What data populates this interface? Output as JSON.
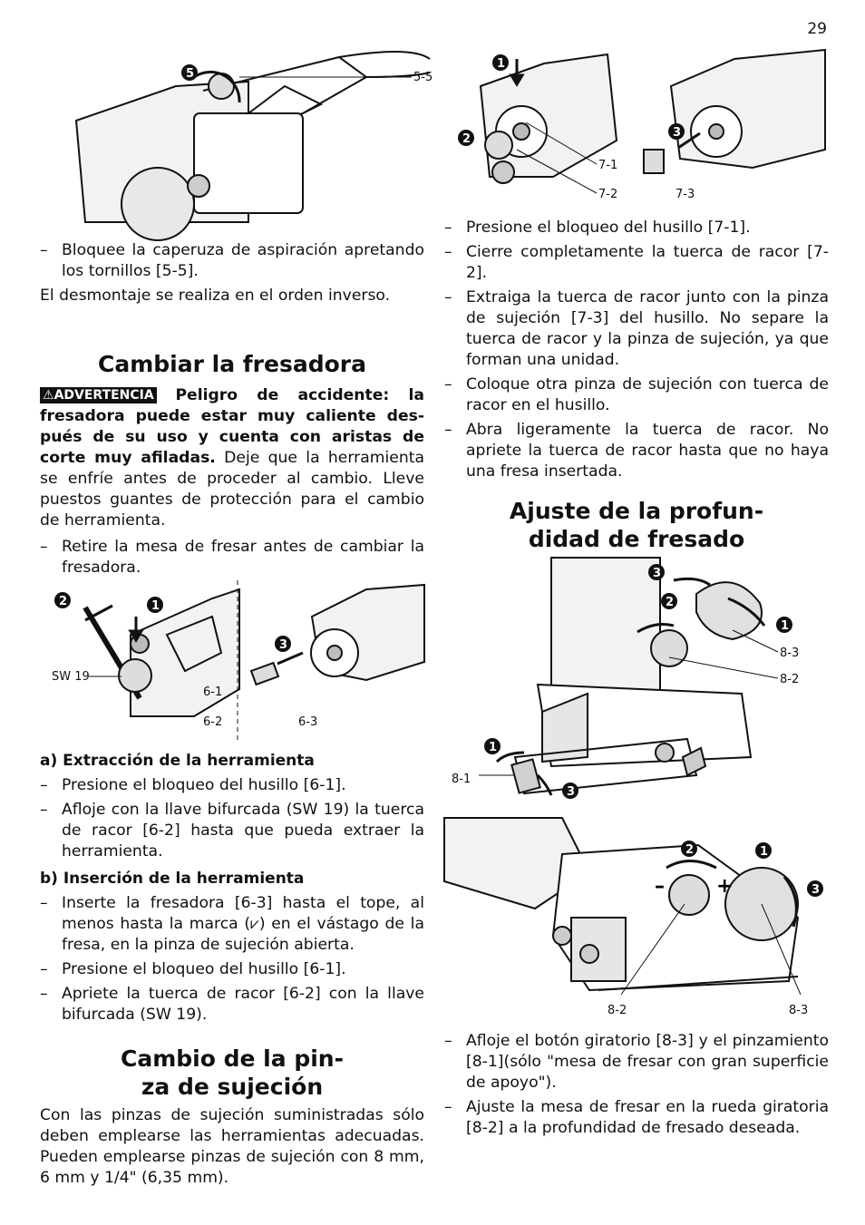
{
  "page_number": "29",
  "left": {
    "fig5": {
      "label_5_5": "5-5",
      "callout": "5"
    },
    "list1": [
      "Bloquee la caperuza de aspiración apretan­do los tornillos [5-5]."
    ],
    "para_disassembly": "El desmontaje se realiza en el orden inver­so.",
    "heading_change_bit": "Cambiar la fresadora",
    "warning": {
      "badge": "ADVERTENCIA",
      "bold_text": "Peligro de accidente: la fresadora puede estar muy caliente des­pués de su uso y cuenta con aristas de corte muy afiladas.",
      "text": " Deje que la herramienta se enfríe antes de proceder al cambio. Lleve puestos guantes de protección para el cambio de herramienta."
    },
    "list2": [
      "Retire la mesa de fresar antes de cambiar la fresadora."
    ],
    "fig6": {
      "sw": "SW 19",
      "l61": "6-1",
      "l62": "6-2",
      "l63": "6-3",
      "c1": "1",
      "c2": "2",
      "c3": "3"
    },
    "sub_a": "a) Extracción de la herramienta",
    "list_a": [
      "Presione el bloqueo del husillo [6-1].",
      "Afloje con la llave bifurcada (SW 19) la tuerca de racor [6-2] hasta que pueda ex­traer la herramienta."
    ],
    "sub_b": "b) Inserción de la herramienta",
    "list_b_1a": "Inserte la fresadora [6-3] hasta el tope, al menos hasta la marca (",
    "list_b_1b": ") en el vástago de la fresa, en la pinza de sujeción abierta.",
    "list_b": [
      "Presione el bloqueo del husillo [6-1].",
      "Apriete la tuerca de racor [6-2] con la llave bifurcada (SW 19)."
    ],
    "heading_collet_1": "Cambio de la pin-",
    "heading_collet_2": "za de sujeción",
    "para_collet": "Con las pinzas de sujeción suministradas sólo deben emplearse las herramientas adecua­das. Pueden emplearse pinzas de sujeción con 8 mm, 6 mm y 1/4\" (6,35 mm)."
  },
  "right": {
    "fig7": {
      "l71": "7-1",
      "l72": "7-2",
      "l73": "7-3",
      "c1": "1",
      "c2": "2",
      "c3": "3"
    },
    "list7": [
      "Presione el bloqueo del husillo [7-1].",
      "Cierre completamente la tuerca de racor [7-2].",
      "Extraiga la tuerca de racor junto con la pin­za de sujeción [7-3] del husillo. No separe la tuerca de racor y la pinza de sujeción, ya que forman una unidad.",
      "Coloque otra pinza de sujeción con tuerca de racor en el husillo.",
      "Abra ligeramente la tuerca de racor. No apriete la tuerca de racor hasta que no haya una fresa insertada."
    ],
    "heading_depth_1": "Ajuste de la profun-",
    "heading_depth_2": "didad de fresado",
    "fig8a": {
      "l83": "8-3",
      "l82": "8-2",
      "l81": "8-1",
      "c1": "1",
      "c2": "2",
      "c3": "3"
    },
    "fig8b": {
      "l82": "8-2",
      "l83": "8-3",
      "c1": "1",
      "c2": "2",
      "c3": "3"
    },
    "list8": [
      "Afloje el botón giratorio [8-3] y el pinza­miento [8-1](sólo \"mesa de fresar con gran superficie de apoyo\").",
      "Ajuste la mesa de fresar en la rueda gi­ratoria [8-2] a la profundidad de fresado deseada."
    ]
  }
}
